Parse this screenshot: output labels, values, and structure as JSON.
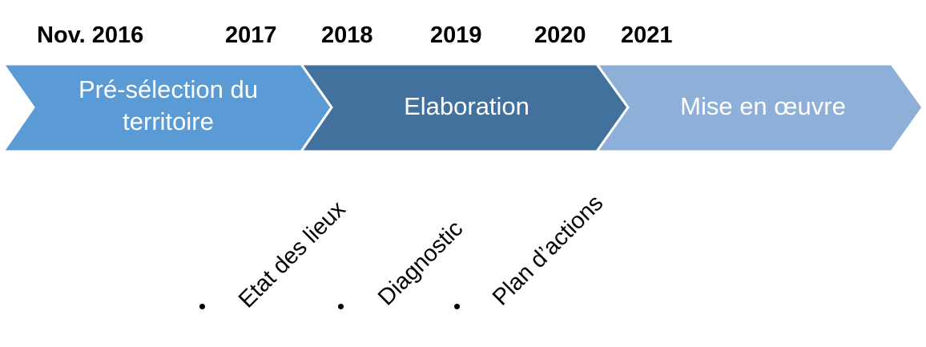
{
  "years": [
    "Nov. 2016",
    "2017",
    "2018",
    "2019",
    "2020",
    "2021"
  ],
  "phases": [
    {
      "label": "Pré-sélection du territoire",
      "line1": "Pré-sélection du",
      "line2": "territoire",
      "color": "#5B9BD5"
    },
    {
      "label": "Elaboration",
      "color": "#41719C"
    },
    {
      "label": "Mise en œuvre",
      "color": "#8EAFD8"
    }
  ],
  "steps": [
    "Etat des lieux",
    "Diagnostic",
    "Plan d’actions"
  ],
  "colors": {
    "chevron_border": "#ffffff",
    "text_on_chevron": "#ffffff",
    "text": "#000000"
  }
}
